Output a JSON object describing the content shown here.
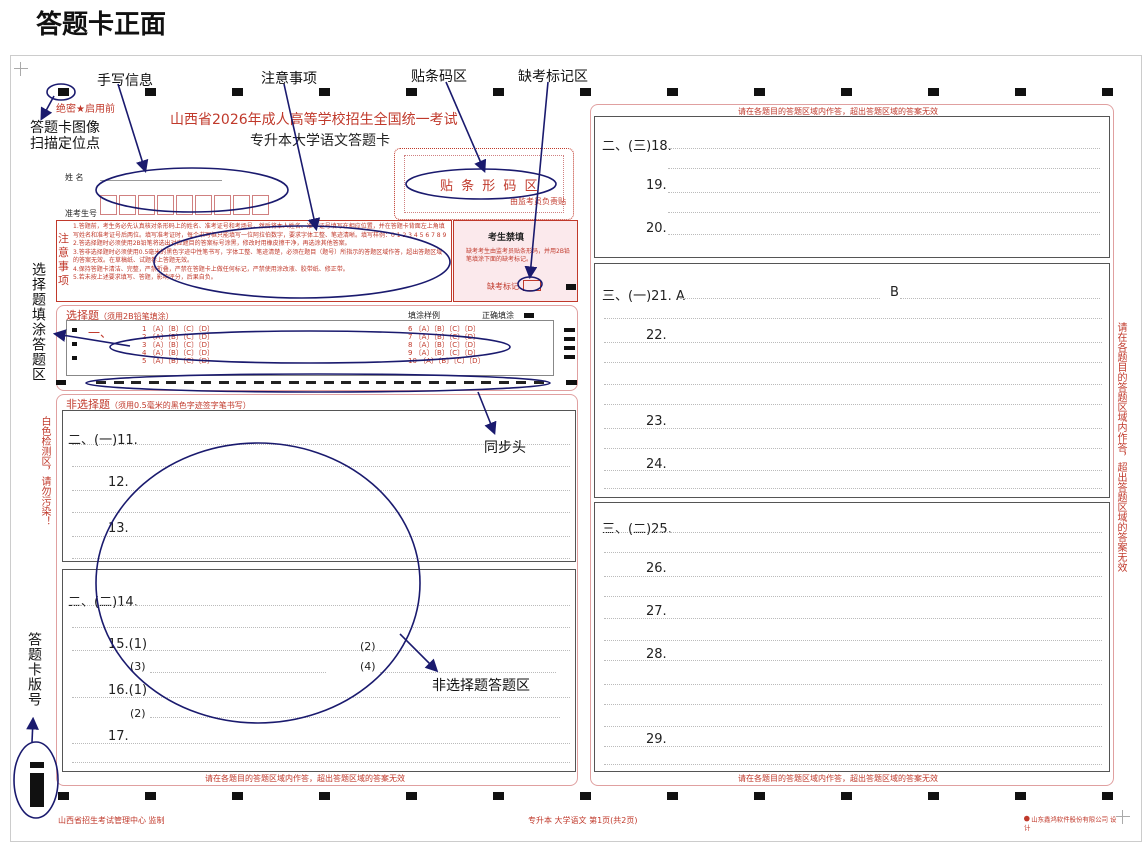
{
  "page_title": "答题卡正面",
  "annotations": {
    "handwriting": "手写信息",
    "notice": "注意事项",
    "barcode": "贴条码区",
    "absent_mark": "缺考标记区",
    "scan_anchor_line1": "答题卡图像",
    "scan_anchor_line2": "扫描定位点",
    "choice_area": "选择题填涂答题区",
    "sync_head": "同步头",
    "nonchoice_area": "非选择题答题区",
    "version": "答题卡版号"
  },
  "header": {
    "secret": "绝密★启用前",
    "exam_title": "山西省2026年成人高等学校招生全国统一考试",
    "subtitle": "专升本大学语文答题卡"
  },
  "candidate": {
    "name_label": "姓  名",
    "id_label": "准考生号"
  },
  "barcode": {
    "label": "贴 条 形 码 区",
    "note": "由监考员负责贴"
  },
  "notice": {
    "side_label": "注意事项",
    "items": [
      "1.答题前，考生务必先认真核对条形码上的姓名、准考证号和考场号，然后将本人姓名、准考证号填写在相应位置，并在答题卡背面左上角填写姓名和准考证号后两位。填写准考证时，每个书写框只能填写一位阿拉伯数字，要求字体工整、笔迹清晰。填写样例：0 1 2 3 4 5 6 7 8 9",
      "2.答选择题时必须使用2B铅笔将选出对应题目的答案标号涂黑，修改时用橡皮擦干净，再选涂其他答案。",
      "3.答非选择题时必须使用0.5毫米的黑色字迹中性笔书写，字体工整、笔迹清楚，必须在题目（题号）所指示的答题区域作答，超出答题区域的答案无效。在草稿纸、试题卷上答题无效。",
      "4.保持答题卡清洁、完整，严禁折叠，严禁在答题卡上做任何标记，严禁使用涂改液、胶带纸、修正带。",
      "5.若未按上述要求填写、答题，影响评分，后果自负。"
    ]
  },
  "forbidden": {
    "title": "考生禁填",
    "text": "缺考考生由监考员贴条形码，并用2B铅笔填涂下面的缺考标记。",
    "absent_label": "缺考标记"
  },
  "choice": {
    "title": "选择题",
    "hint": "（须用2B铅笔填涂）",
    "sample_label": "填涂样例",
    "correct_label": "正确填涂",
    "section": "一、",
    "options": "〔A〕〔B〕〔C〕〔D〕",
    "left_nums": [
      "1",
      "2",
      "3",
      "4",
      "5"
    ],
    "right_nums": [
      "6",
      "7",
      "8",
      "9",
      "10"
    ]
  },
  "nonchoice": {
    "title": "非选择题",
    "hint": "（须用0.5毫米的黑色字迹签字笔书写）",
    "white_zone": "白色检测区，请勿污染！"
  },
  "questions": {
    "q11": "二、(一)11.",
    "q12": "12.",
    "q13": "13.",
    "q14": "二、(二)14.",
    "q15": "15.(1)",
    "q15_2": "(2)",
    "q15_3": "(3)",
    "q15_4": "(4)",
    "q16": "16.(1)",
    "q16_2": "(2)",
    "q17": "17.",
    "q18": "二、(三)18.",
    "q19": "19.",
    "q20": "20.",
    "q21": "三、(一)21. A",
    "q21b": "B",
    "q22": "22.",
    "q23": "23.",
    "q24": "24.",
    "q25": "三、(二)25.",
    "q26": "26.",
    "q27": "27.",
    "q28": "28.",
    "q29": "29."
  },
  "warnings": {
    "area_notice": "请在各题目的答题区域内作答，超出答题区域的答案无效",
    "side_notice": "请在各题目的答题区域内作答，超出答题区域的答案无效"
  },
  "footer": {
    "left": "山西省招生考试管理中心 监制",
    "center": "专升本  大学语文  第1页(共2页)",
    "right": "山东鑫鸿软件股份有限公司 设计"
  },
  "colors": {
    "accent_red": "#c0392b",
    "annotation_navy": "#1a1a6e"
  }
}
